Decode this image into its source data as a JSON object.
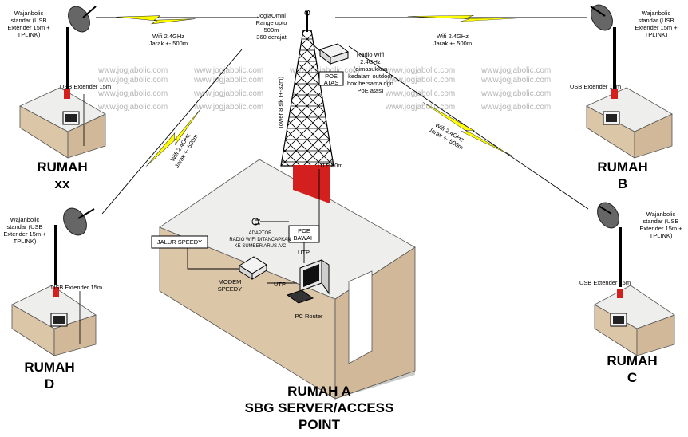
{
  "watermark": "www.jogjabolic.com",
  "houses": {
    "xx": {
      "title_line1": "RUMAH",
      "title_line2": "xx"
    },
    "b": {
      "title_line1": "RUMAH",
      "title_line2": "B"
    },
    "c": {
      "title_line1": "RUMAH",
      "title_line2": "C"
    },
    "d": {
      "title_line1": "RUMAH",
      "title_line2": "D"
    },
    "a": {
      "title_line1": "RUMAH A",
      "title_line2": "SBG SERVER/ACCESS",
      "title_line3": "POINT"
    }
  },
  "wajanbolic": {
    "line1": "Wajanbolic",
    "line2": "standar (USB",
    "line3": "Extender 15m +",
    "line4": "TPLINK)"
  },
  "usb_extender": "USB Extender 15m",
  "wifi": {
    "line1": "Wifi 2.4GHz",
    "line2": "Jarak +- 500m"
  },
  "omni": {
    "line1": "JogjaOmni",
    "line2": "Range upto",
    "line3": "500m",
    "line4": "360 derajat"
  },
  "tower": "Tower 8 slk (+-32m)",
  "radio": {
    "line1": "Radio Wifi",
    "line2": "2.4GHz",
    "line3": "(dimasukkan",
    "line4": "kedalam outdoor",
    "line5": "box,bersama dgn",
    "line6": "PoE atas)"
  },
  "poe_atas": {
    "line1": "POE",
    "line2": "ATAS"
  },
  "poe_bawah": {
    "line1": "POE",
    "line2": "BAWAH"
  },
  "utp_50m": "UTP 50m",
  "utp": "UTP",
  "adaptor": {
    "line1": "ADAPTOR",
    "line2": "RADIO WIFI DITANCAPKAN",
    "line3": "KE SUMBER ARUS A/C"
  },
  "jalur_speedy": "JALUR SPEEDY",
  "modem": {
    "line1": "MODEM",
    "line2": "SPEEDY"
  },
  "pc_router": "PC Router",
  "colors": {
    "wall": "#dcc6a8",
    "roof": "#eeeeec",
    "ground": "#cbcbc8",
    "red": "#d41f1f",
    "lightning": "#ffff00"
  }
}
